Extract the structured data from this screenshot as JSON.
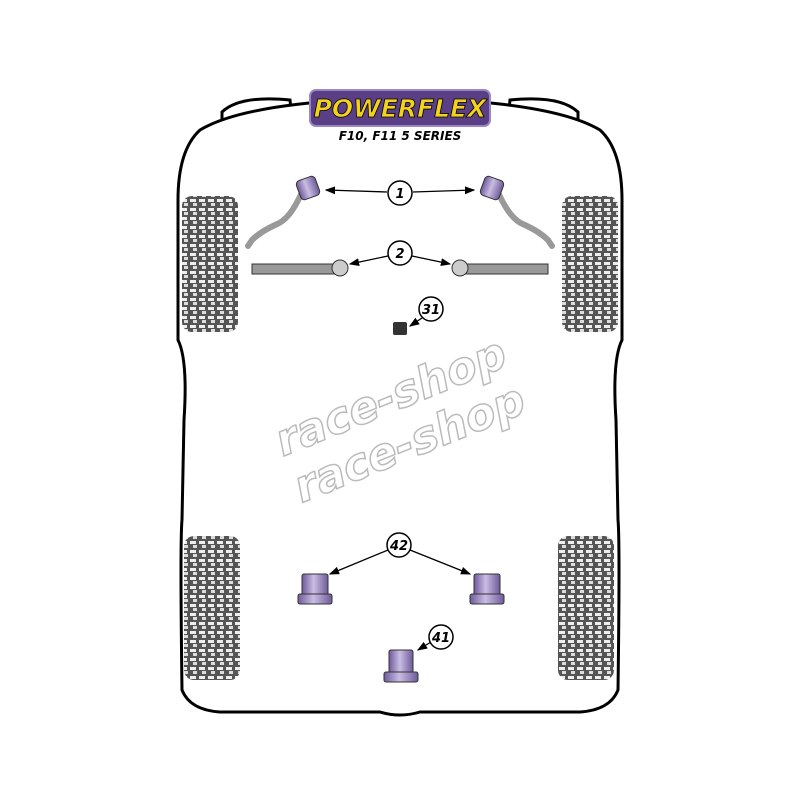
{
  "brand": {
    "logo": "POWERFLEX",
    "subtitle": "F10, F11 5 SERIES"
  },
  "watermark": "race-shop",
  "callouts": [
    {
      "id": "1"
    },
    {
      "id": "2"
    },
    {
      "id": "31"
    },
    {
      "id": "42"
    },
    {
      "id": "41"
    }
  ],
  "colors": {
    "bushing": "#8e7bb5",
    "logo_bg": "#5b3f86",
    "logo_text": "#f2d21a",
    "tyre": "#666666"
  }
}
